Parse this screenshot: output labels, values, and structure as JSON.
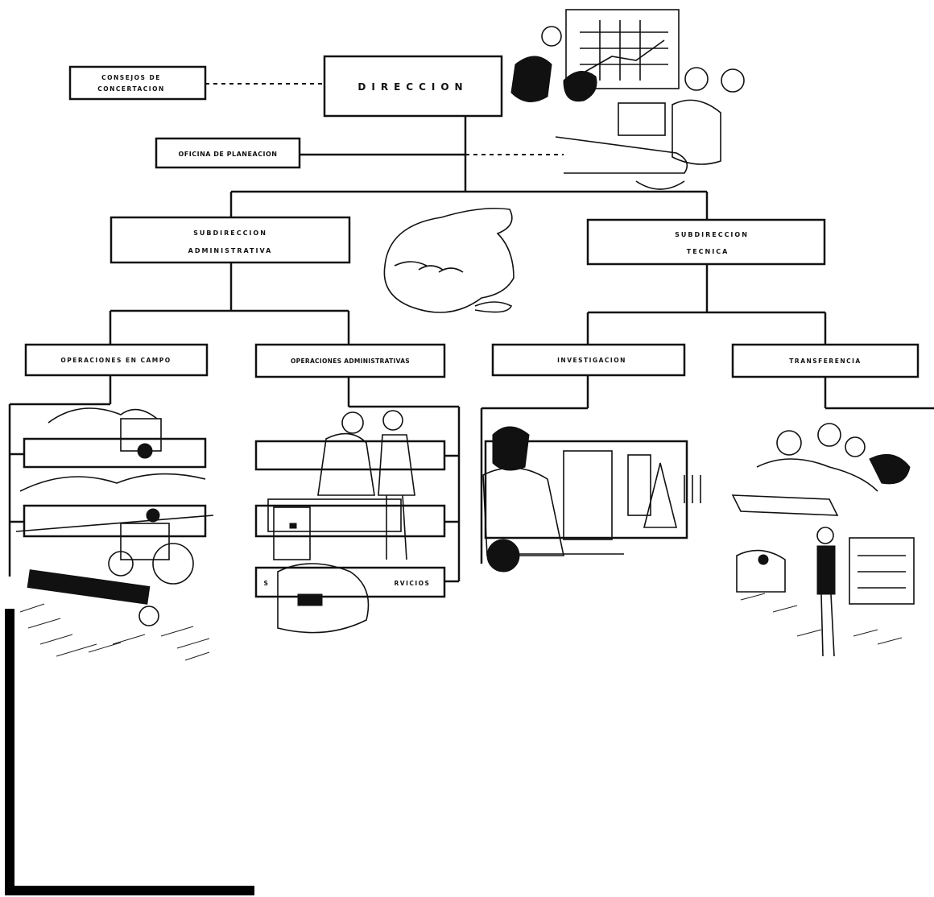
{
  "diagram": {
    "direccion": "DIRECCION",
    "consejos": [
      "CONSEJOS DE",
      "CONCERTACION"
    ],
    "oficina": "OFICINA DE PLANEACION",
    "sub_administrativa": [
      "SUBDIRECCION",
      "ADMINISTRATIVA"
    ],
    "sub_tecnica": [
      "SUBDIRECCION",
      "TECNICA"
    ],
    "operaciones_campo": "OPERACIONES EN CAMPO",
    "operaciones_administrativas": "OPERACIONES ADMINISTRATIVAS",
    "investigacion": "INVESTIGACION",
    "transferencia": "TRANSFERENCIA",
    "servicios_left": "S",
    "servicios_right": "RVICIOS"
  },
  "illustrations": [
    "meeting-illustration",
    "pointing-fist-illustration",
    "tractor-field-illustration",
    "handshake-office-illustration",
    "laboratory-illustration",
    "classroom-illustration"
  ]
}
